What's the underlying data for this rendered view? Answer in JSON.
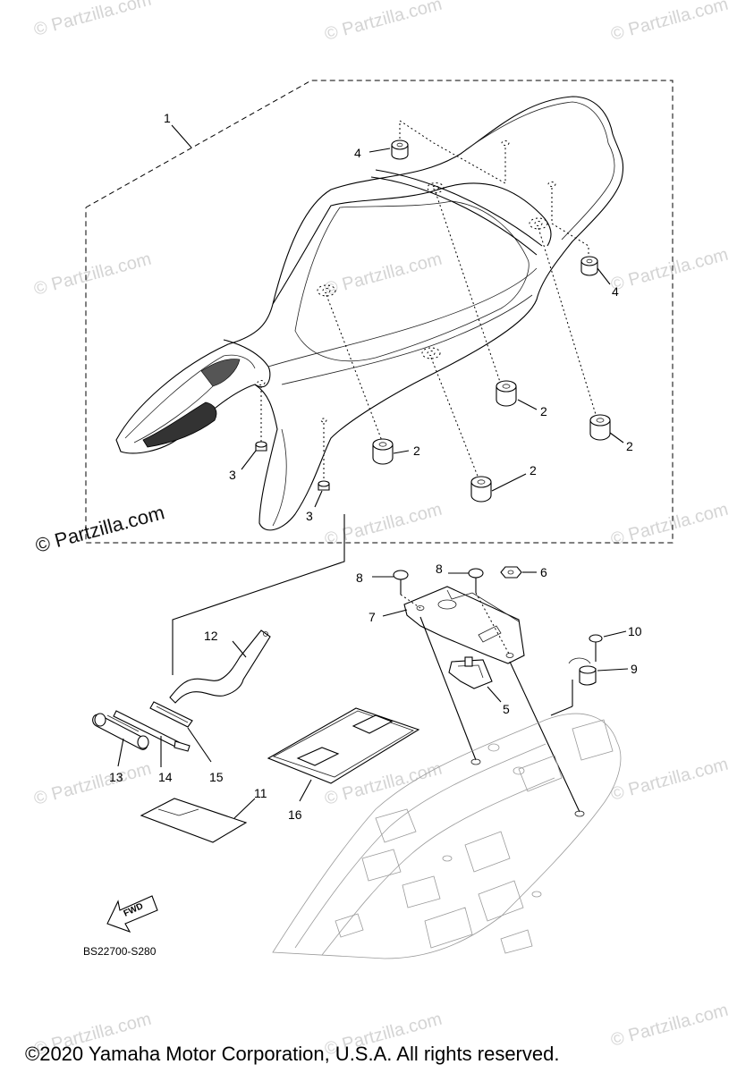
{
  "watermark_text": "© Partzilla.com",
  "watermark_main": "© Partzilla.com",
  "diagram_code": "BS22700-S280",
  "copyright": "©2020 Yamaha Motor Corporation, U.S.A. All rights reserved.",
  "fwd_label": "FWD",
  "callouts": {
    "c1": "1",
    "c2a": "2",
    "c2b": "2",
    "c2c": "2",
    "c2d": "2",
    "c3a": "3",
    "c3b": "3",
    "c4a": "4",
    "c4b": "4",
    "c5": "5",
    "c6": "6",
    "c7": "7",
    "c8a": "8",
    "c8b": "8",
    "c9": "9",
    "c10": "10",
    "c11": "11",
    "c12": "12",
    "c13": "13",
    "c14": "14",
    "c15": "15",
    "c16": "16"
  }
}
